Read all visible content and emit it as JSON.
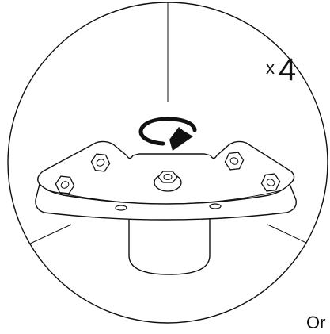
{
  "diagram": {
    "quantity": {
      "prefix": "x",
      "value": "4"
    },
    "cut_off_text": "Or",
    "parts": {
      "frame": "circular-detail-view",
      "bracket": "corner-bracket-plate",
      "center_nut": "center-hex-nut",
      "corner_nuts": 4,
      "leg": "leg-cylinder",
      "action_icon": "rotate-clockwise-arrow-icon"
    },
    "colors": {
      "stroke": "#111111",
      "fill": "#ffffff"
    }
  }
}
